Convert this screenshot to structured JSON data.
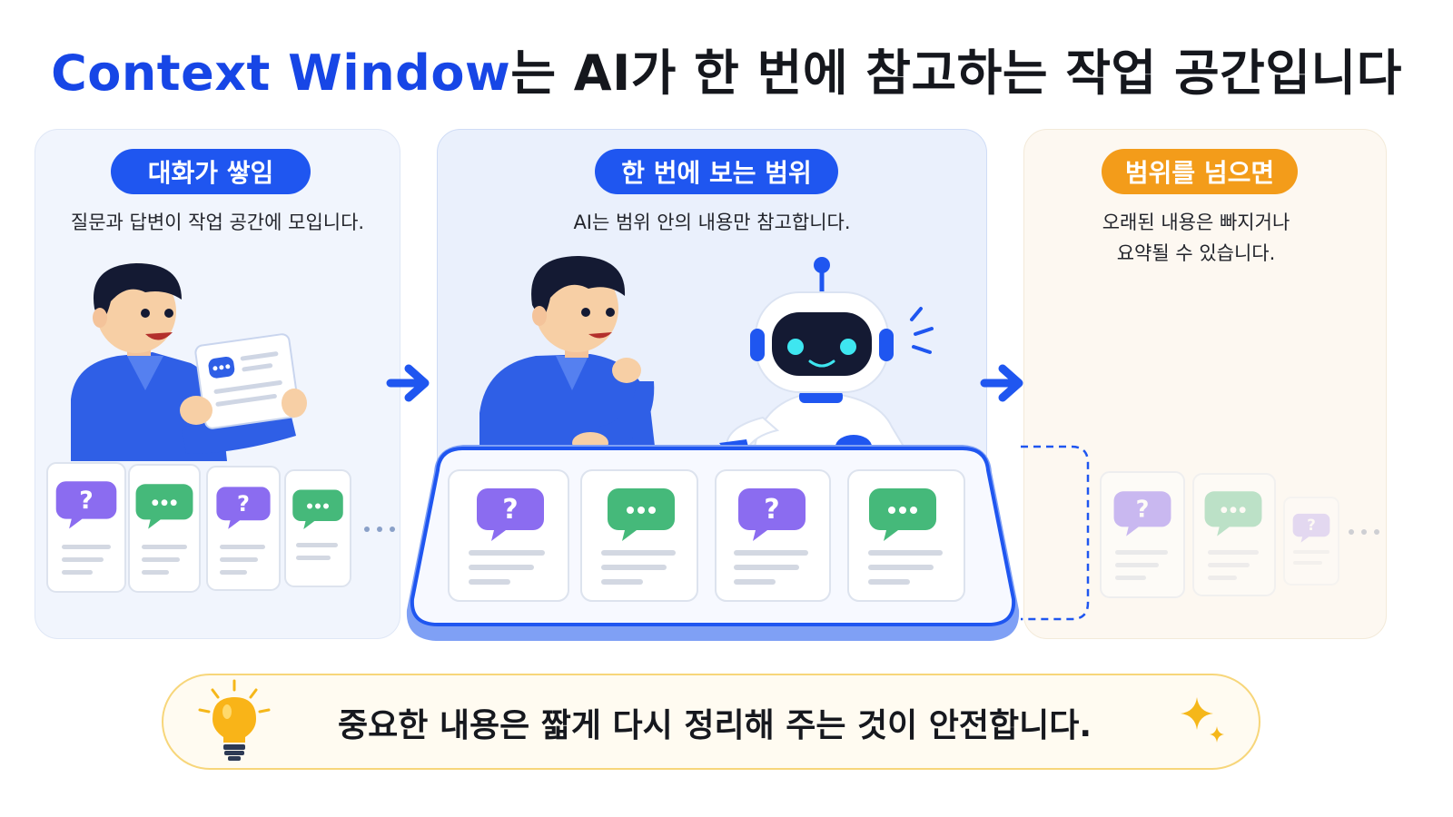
{
  "title": {
    "accent": "Context Window",
    "rest": "는 AI가 한 번에 참고하는 작업 공간입니다"
  },
  "panels": [
    {
      "label": "대화가 쌓임",
      "description": "질문과 답변이 작업 공간에 모입니다."
    },
    {
      "label": "한 번에 보는 범위",
      "description": "AI는 범위 안의 내용만 참고합니다."
    },
    {
      "label": "범위를 넘으면",
      "description_line1": "오래된 내용은 빠지거나",
      "description_line2": "요약될 수 있습니다."
    }
  ],
  "tip": {
    "text": "중요한 내용은 짧게 다시 정리해 주는 것이 안전합니다."
  },
  "colors": {
    "accent_blue": "#1f56f0",
    "accent_orange": "#f39c1a",
    "question_purple": "#8b6cf0",
    "answer_green": "#45b97a",
    "tip_yellow": "#f7d67a"
  },
  "icons": [
    "question-bubble-icon",
    "answer-bubble-icon",
    "arrow-right-icon",
    "lightbulb-icon",
    "sparkle-icon",
    "robot-icon",
    "person-icon"
  ]
}
